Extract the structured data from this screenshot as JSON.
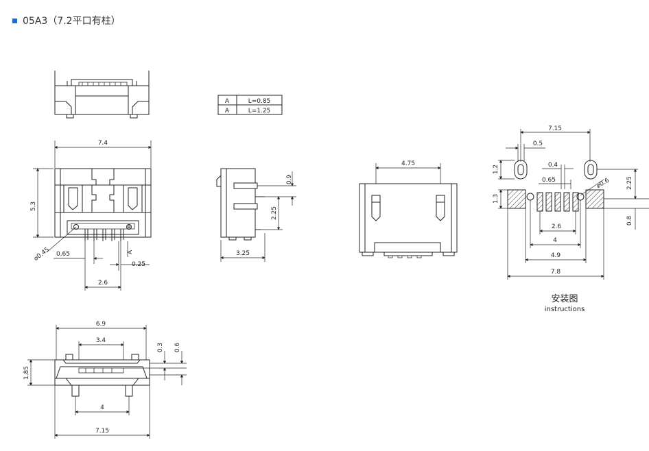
{
  "title": "05A3（7.2平口有柱）",
  "table": {
    "rows": [
      {
        "key": "A",
        "value": "L=0.85"
      },
      {
        "key": "A",
        "value": "L=1.25"
      }
    ]
  },
  "front_view": {
    "width": "7.4",
    "height": "5.3",
    "hole": "⌀0.45",
    "pitch": "0.65",
    "pin_width": "0.25",
    "pin_span": "2.6",
    "pin_length_ref": "A"
  },
  "side_view": {
    "top": "0.9",
    "pin_offset": "2.25",
    "depth": "3.25"
  },
  "back_view": {
    "post_spacing": "4.75"
  },
  "footprint": {
    "slot_spacing": "7.15",
    "slot_width": "0.5",
    "slot_height": "1.2",
    "pad_width": "0.4",
    "pitch": "0.65",
    "hole": "⌀0.6",
    "pad_height": "1.3",
    "pad_span": "2.6",
    "hole_spacing": "4",
    "inner_span": "4.9",
    "total_width": "7.8",
    "right_height": "2.25",
    "right_offset": "0.8",
    "caption": "安装图",
    "caption_sub": "instructions"
  },
  "opening_view": {
    "outer_width": "6.9",
    "inner_width": "3.4",
    "dim_a": "0.3",
    "dim_b": "0.6",
    "height": "1.85",
    "post_spacing": "4",
    "bottom_width": "7.15"
  }
}
